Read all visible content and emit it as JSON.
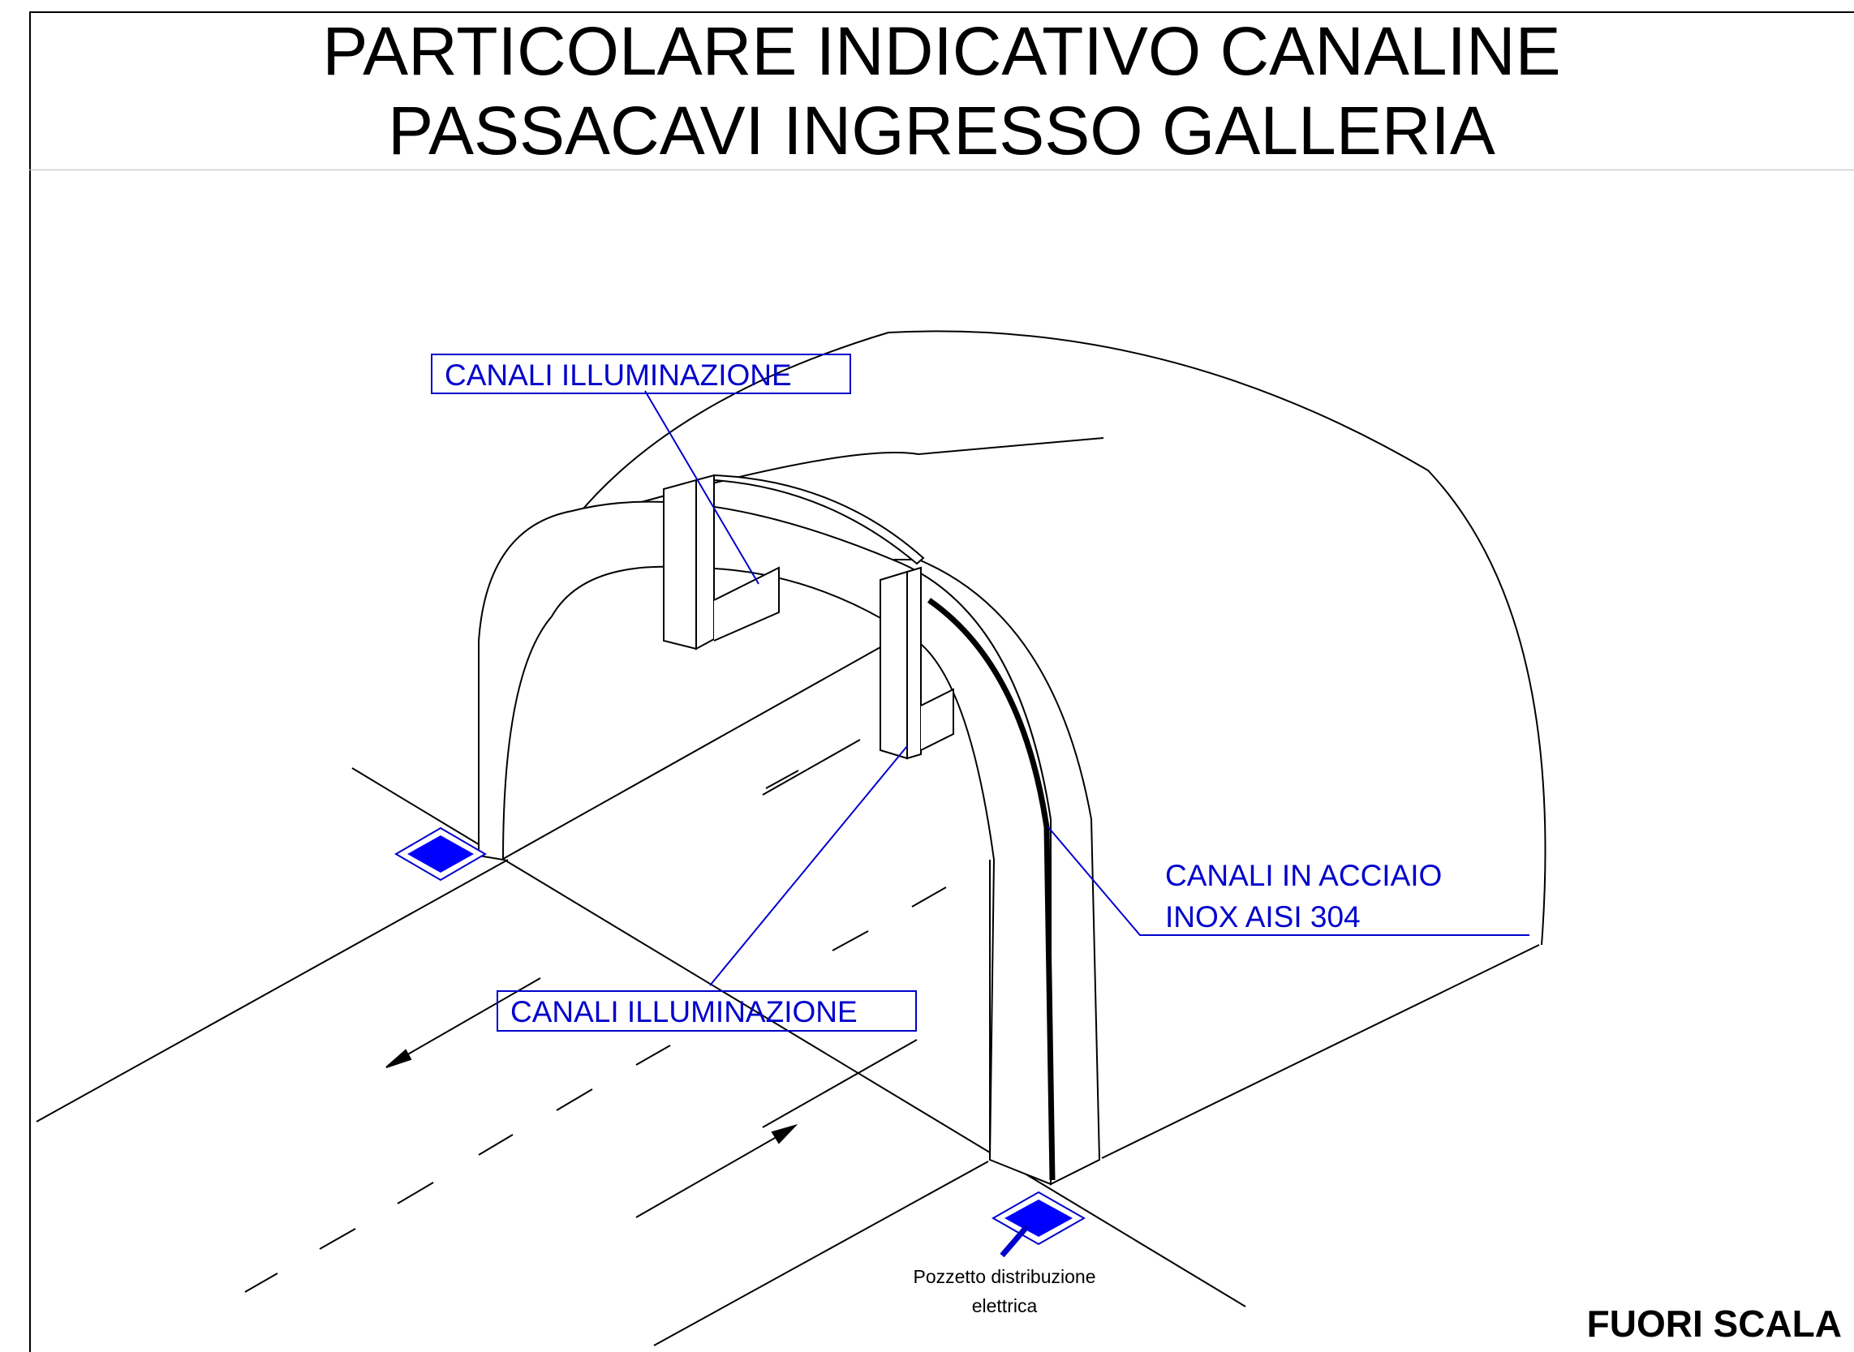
{
  "title": {
    "line1": "PARTICOLARE INDICATIVO CANALINE",
    "line2": "PASSACAVI INGRESSO GALLERIA"
  },
  "labels": {
    "lighting_top": "CANALI ILLUMINAZIONE",
    "lighting_bottom": "CANALI ILLUMINAZIONE",
    "steel_line1": "CANALI IN ACCIAIO",
    "steel_line2": "INOX AISI 304",
    "pit_line1": "Pozzetto distribuzione",
    "pit_line2": "elettrica"
  },
  "scale_note": "FUORI SCALA",
  "colors": {
    "annotation": "#0000cc",
    "pit_fill": "#0000ff",
    "linework": "#000000"
  }
}
